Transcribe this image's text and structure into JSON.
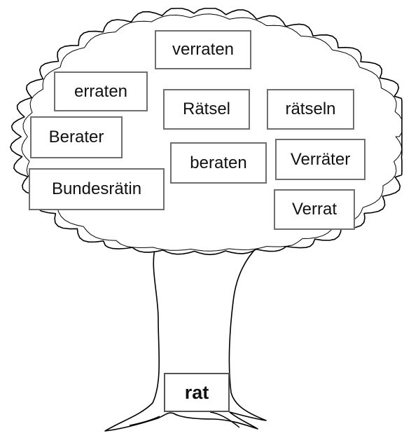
{
  "words": {
    "verraten": "verraten",
    "erraten": "erraten",
    "raetsel": "Rätsel",
    "raetseln": "rätseln",
    "berater": "Berater",
    "beraten": "beraten",
    "verraeter": "Verräter",
    "bundesraetin": "Bundesrätin",
    "verrat": "Verrat"
  },
  "root": "rat",
  "colors": {
    "outline": "#000000",
    "box_border": "#6e6e6e",
    "background": "#ffffff"
  }
}
